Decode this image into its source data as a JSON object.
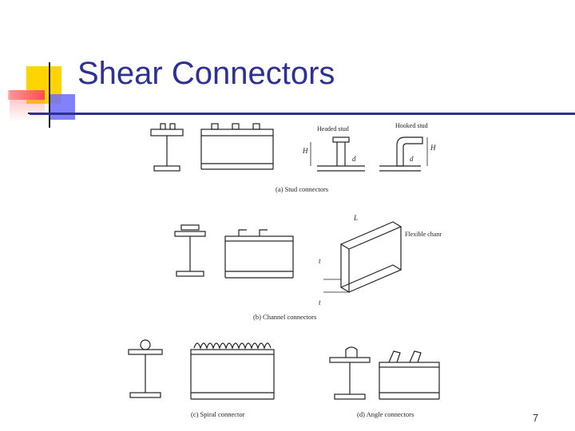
{
  "slide": {
    "title": "Shear Connectors",
    "page_number": "7",
    "accent_colors": {
      "yellow": "#ffd400",
      "red": "#ff2a2a",
      "blue": "#5a5aff",
      "title": "#2e3192"
    }
  },
  "figure": {
    "captions": {
      "a": "(a) Stud connectors",
      "b": "(b) Channel connectors",
      "c": "(c) Spiral connector",
      "d": "(d) Angle connectors"
    },
    "labels": {
      "headed_stud": "Headed stud",
      "hooked_stud": "Hooked stud",
      "hs_left": "H",
      "hs_right": "H",
      "ds_left": "d",
      "ds_right": "d",
      "length": "L",
      "flexible_channel": "Flexible channel",
      "tw": "t",
      "tf": "t"
    }
  }
}
